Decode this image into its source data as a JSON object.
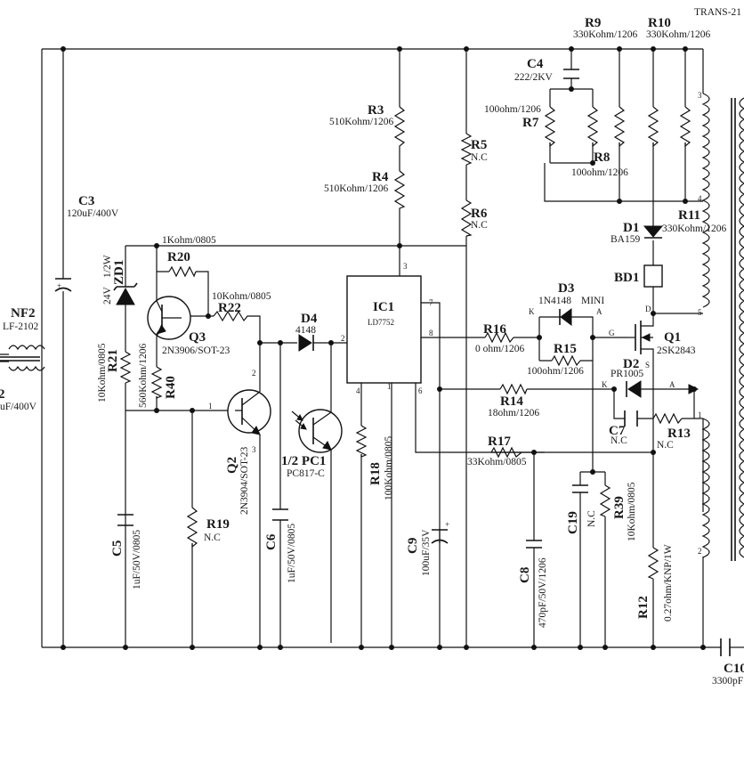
{
  "components": {
    "trans": {
      "ref": "TRANS-21"
    },
    "r9": {
      "ref": "R9",
      "value": "330Kohm/1206"
    },
    "r10": {
      "ref": "R10",
      "value": "330Kohm/1206"
    },
    "c4": {
      "ref": "C4",
      "value": "222/2KV"
    },
    "r7": {
      "ref": "R7",
      "value": "100ohm/1206"
    },
    "r8": {
      "ref": "R8",
      "value": "100ohm/1206"
    },
    "r3": {
      "ref": "R3",
      "value": "510Kohm/1206"
    },
    "r4": {
      "ref": "R4",
      "value": "510Kohm/1206"
    },
    "r5": {
      "ref": "R5",
      "value": "N.C"
    },
    "r6": {
      "ref": "R6",
      "value": "N.C"
    },
    "c3": {
      "ref": "C3",
      "value": "120uF/400V"
    },
    "d1": {
      "ref": "D1",
      "value": "BA159"
    },
    "r11": {
      "ref": "R11",
      "value": "330Kohm/1206"
    },
    "r21_top": {
      "value": "1Kohm/0805"
    },
    "zd1": {
      "ref": "ZD1",
      "rating": "1/2W",
      "voltage": "24V"
    },
    "r20": {
      "ref": "R20"
    },
    "nf2": {
      "ref": "NF2",
      "value": "LF-2102"
    },
    "left_cap": {
      "ref": "2",
      "value": "uF/400V"
    },
    "r22": {
      "ref": "R22",
      "value": "10Kohm/0805"
    },
    "bd1": {
      "ref": "BD1"
    },
    "ic1": {
      "ref": "IC1",
      "part": "LD7752"
    },
    "d3": {
      "ref": "D3",
      "part": "1N4148",
      "package": "MINI"
    },
    "q3": {
      "ref": "Q3",
      "part": "2N3906/SOT-23"
    },
    "d4": {
      "ref": "D4",
      "part": "4148"
    },
    "r16": {
      "ref": "R16",
      "value": "0 ohm/1206"
    },
    "r15": {
      "ref": "R15",
      "value": "100ohm/1206"
    },
    "q1": {
      "ref": "Q1",
      "part": "2SK2843"
    },
    "r21": {
      "ref": "R21",
      "value": "10Kohm/0805"
    },
    "r40": {
      "ref": "R40",
      "value": "560Kohm/1206"
    },
    "d2": {
      "ref": "D2",
      "part": "PR1005"
    },
    "r14": {
      "ref": "R14",
      "value": "18ohm/1206"
    },
    "c7": {
      "ref": "C7",
      "value": "N.C"
    },
    "r13": {
      "ref": "R13",
      "value": "N.C"
    },
    "q2": {
      "ref": "Q2",
      "part": "2N3904/SOT-23"
    },
    "pc1": {
      "ref": "1/2 PC1",
      "part": "PC817-C"
    },
    "r17": {
      "ref": "R17",
      "value": "33Kohm/0805"
    },
    "r18": {
      "ref": "R18",
      "value": "100Kohm/0805"
    },
    "c19": {
      "ref": "C19",
      "value": "N.C"
    },
    "r39": {
      "ref": "R39",
      "value": "10Kohm/0805"
    },
    "c5": {
      "ref": "C5",
      "value": "1uF/50V/0805"
    },
    "r19": {
      "ref": "R19",
      "value": "N.C"
    },
    "c6": {
      "ref": "C6",
      "value": "1uF/50V/0805"
    },
    "c9": {
      "ref": "C9",
      "value": "100uF/35V"
    },
    "c8": {
      "ref": "C8",
      "value": "470pF/50V/1206"
    },
    "r12": {
      "ref": "R12",
      "value": "0.27ohm/KNP/1W"
    },
    "c10": {
      "ref": "C10",
      "value": "3300pF"
    }
  },
  "pins": {
    "ic1": [
      "1",
      "2",
      "3",
      "4",
      "6",
      "7",
      "8"
    ],
    "q2": [
      "1",
      "2",
      "3"
    ],
    "q1": [
      "G",
      "D",
      "S"
    ],
    "d3": [
      "K",
      "A"
    ],
    "d2": [
      "K",
      "A"
    ],
    "trans": [
      "3",
      "4",
      "5",
      "1",
      "2"
    ]
  }
}
